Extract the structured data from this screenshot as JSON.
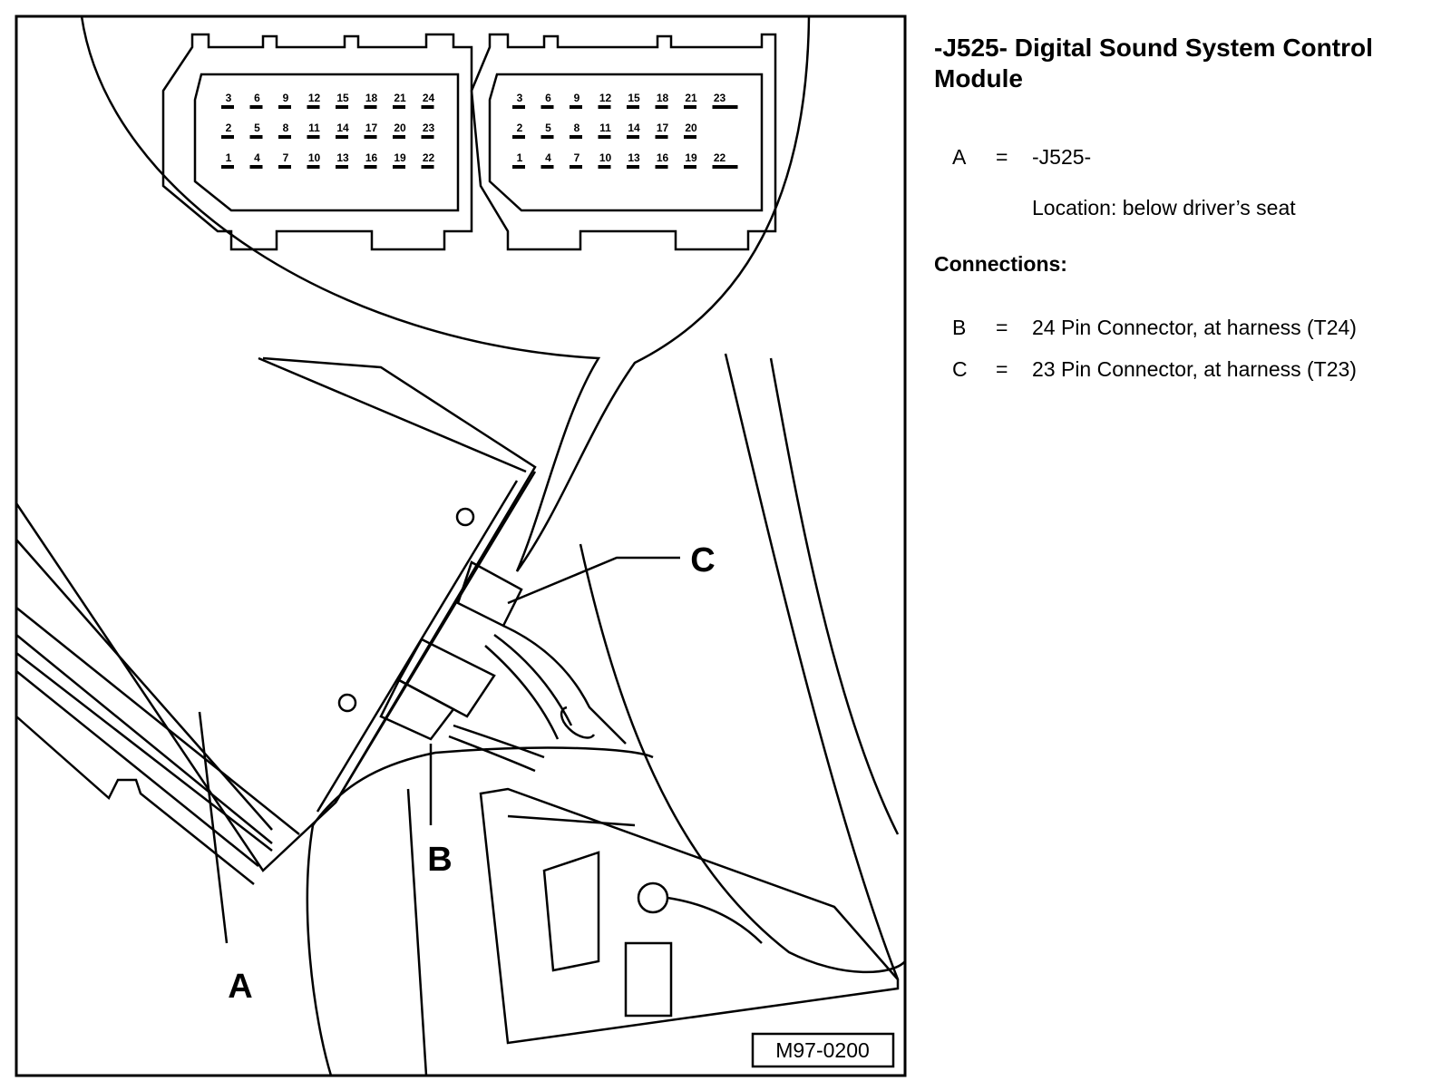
{
  "title_line1": "-J525- Digital Sound System Control",
  "title_line2": "Module",
  "items": [
    {
      "key": "A",
      "eq": "=",
      "value": "-J525-"
    },
    {
      "key": "",
      "eq": "",
      "value": "Location: below driver’s seat"
    }
  ],
  "connections_heading": "Connections:",
  "connections": [
    {
      "key": "B",
      "eq": "=",
      "value": "24 Pin Connector, at harness (T24)"
    },
    {
      "key": "C",
      "eq": "=",
      "value": "23 Pin Connector, at harness (T23)"
    }
  ],
  "callouts": {
    "A": "A",
    "B": "B",
    "C": "C"
  },
  "figure_ref": "M97-0200",
  "connector_t24": {
    "row_top": [
      "3",
      "6",
      "9",
      "12",
      "15",
      "18",
      "21",
      "24"
    ],
    "row_mid": [
      "2",
      "5",
      "8",
      "11",
      "14",
      "17",
      "20",
      "23"
    ],
    "row_bot": [
      "1",
      "4",
      "7",
      "10",
      "13",
      "16",
      "19",
      "22"
    ]
  },
  "connector_t23": {
    "row_top": [
      "3",
      "6",
      "9",
      "12",
      "15",
      "18",
      "21",
      "23"
    ],
    "row_mid": [
      "2",
      "5",
      "8",
      "11",
      "14",
      "17",
      "20"
    ],
    "row_bot": [
      "1",
      "4",
      "7",
      "10",
      "13",
      "16",
      "19",
      "22"
    ]
  }
}
